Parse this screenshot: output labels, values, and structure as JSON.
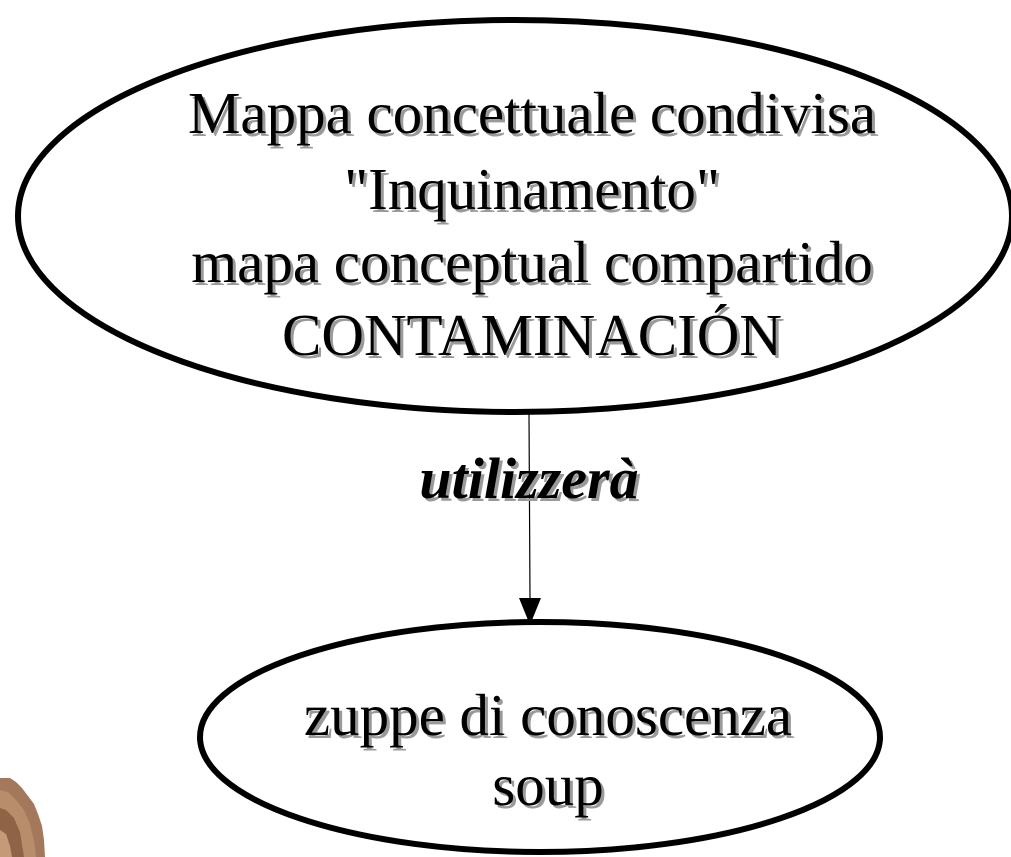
{
  "top_node": {
    "lines": [
      "Mappa concettuale condivisa",
      "\"Inquinamento\"",
      "mapa conceptual compartido",
      "CONTAMINACIÓN"
    ]
  },
  "link": {
    "label": "utilizzerà"
  },
  "bottom_node": {
    "lines": [
      "zuppe di conoscenza",
      "soup"
    ]
  },
  "colors": {
    "outline": "#000000",
    "text": "#000000",
    "text_shadow": "#9a9a9a",
    "corner_image": "#a4785a"
  },
  "icons": {
    "corner_image": "brown-pixelated-image-fragment"
  }
}
